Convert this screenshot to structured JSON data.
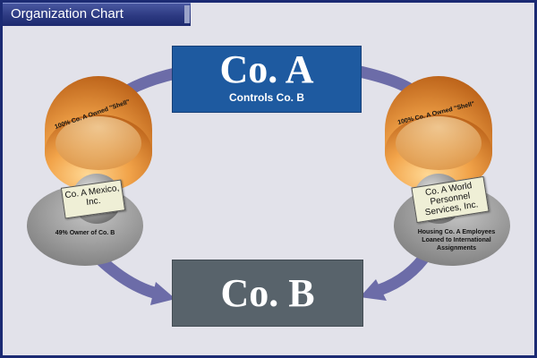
{
  "window": {
    "title": "Organization Chart"
  },
  "diagram": {
    "co_a": {
      "title": "Co. A",
      "subtitle": "Controls Co. B"
    },
    "co_b": {
      "title": "Co. B"
    },
    "left_shell": {
      "arc_label": "100% Co. A Owned \"Shell\"",
      "card": "Co. A Mexico, Inc.",
      "caption": "49% Owner of Co. B"
    },
    "right_shell": {
      "arc_label": "100% Co. A Owned \"Shell\"",
      "card": "Co. A World Personnel Services, Inc.",
      "caption": "Housing Co. A Employees Loaned to International Assignments"
    }
  },
  "colors": {
    "co_a": "#1e5aa0",
    "co_b": "#58636b",
    "arrow": "#6c6ca8",
    "shell": "#f0a040",
    "background": "#e2e2ea",
    "border": "#1b2a73"
  }
}
